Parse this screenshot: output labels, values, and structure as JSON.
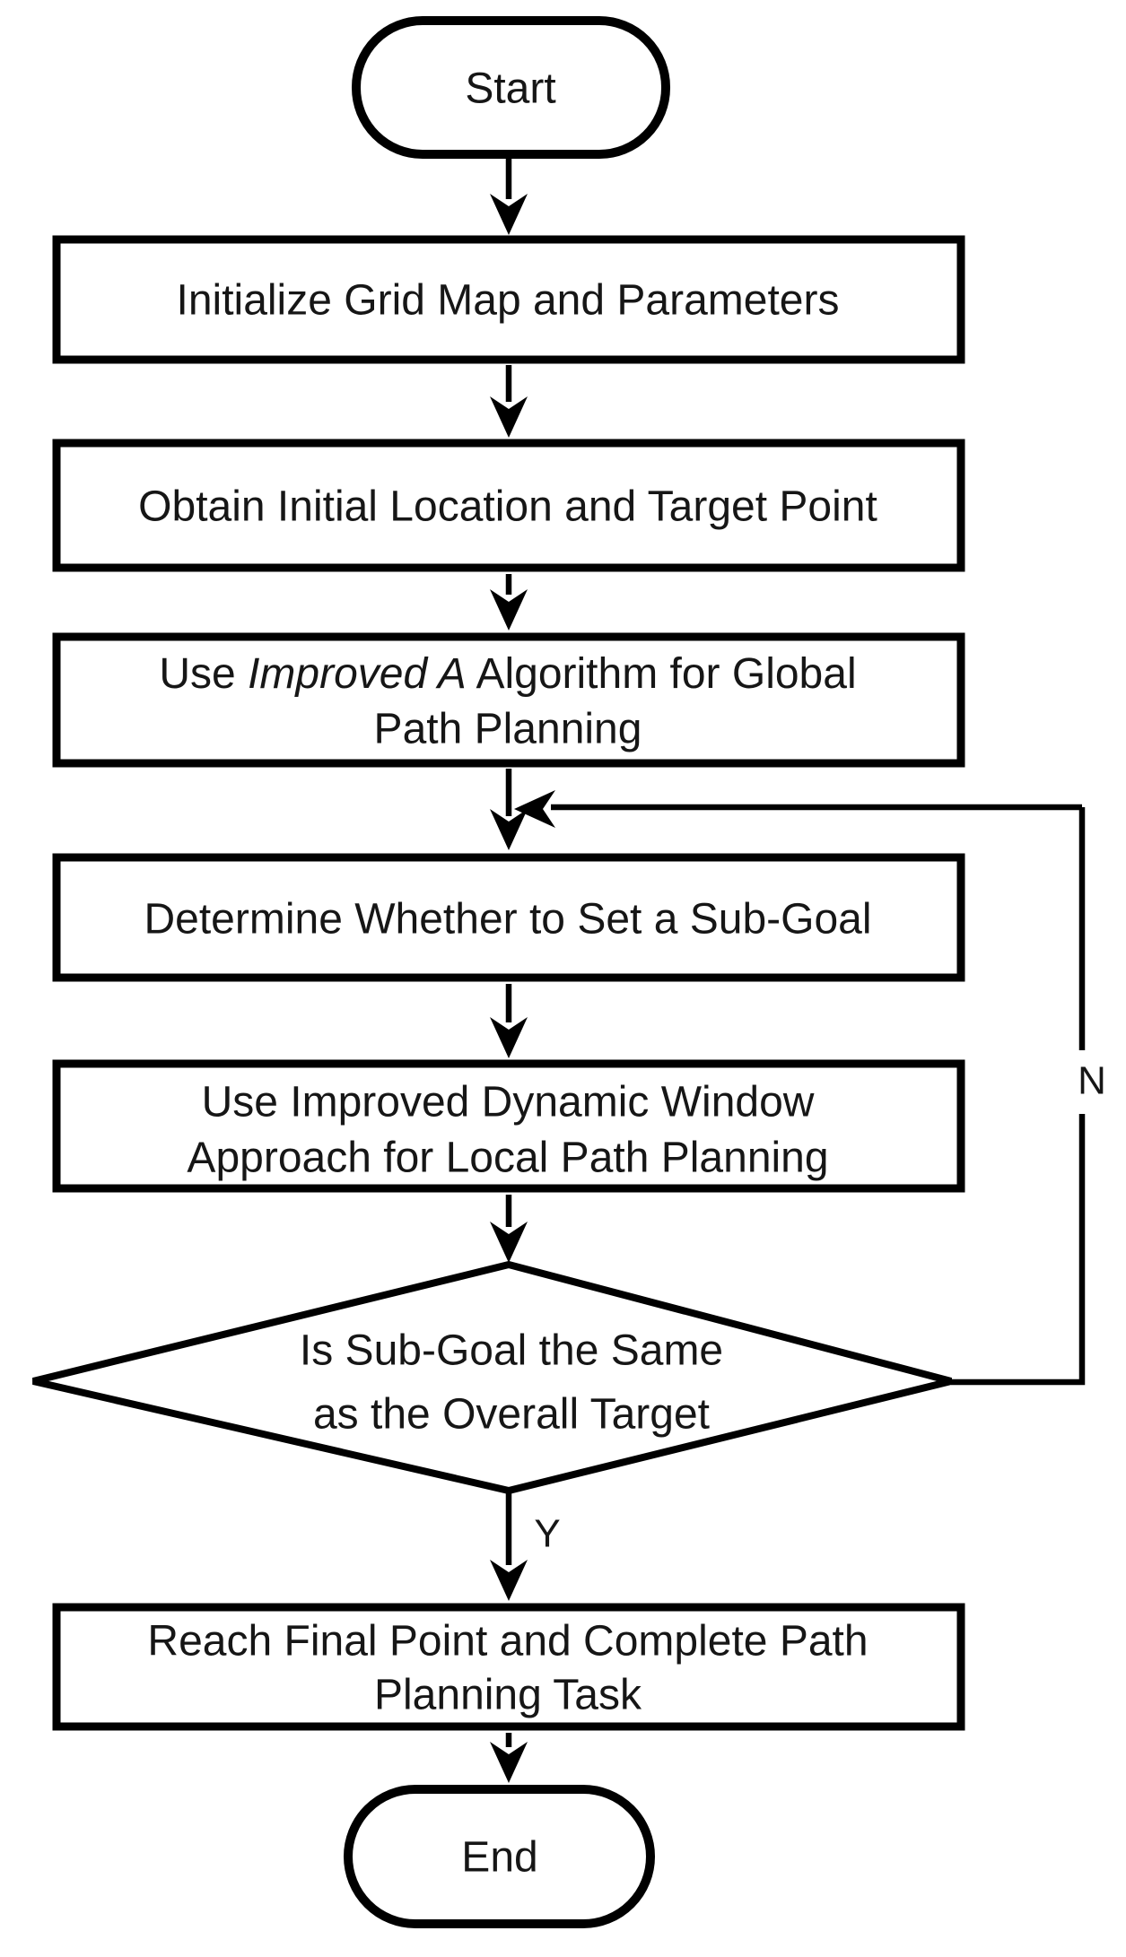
{
  "diagram": {
    "kind": "flowchart",
    "colors": {
      "background": "#ffffff",
      "stroke": "#000000",
      "text": "#161616"
    },
    "nodes": {
      "start": {
        "type": "terminator",
        "label": "Start"
      },
      "init_grid": {
        "type": "process",
        "lines": [
          "Initialize Grid Map and Parameters"
        ]
      },
      "obtain_points": {
        "type": "process",
        "lines": [
          "Obtain Initial Location and Target Point"
        ]
      },
      "global_planning": {
        "type": "process",
        "line1": {
          "pre": "Use ",
          "italic": "Improved A",
          "post": " Algorithm for Global"
        },
        "line2": "Path Planning"
      },
      "sub_goal": {
        "type": "process",
        "lines": [
          "Determine Whether to Set a Sub-Goal"
        ]
      },
      "local_planning": {
        "type": "process",
        "lines": [
          "Use Improved Dynamic Window",
          "Approach for Local Path Planning"
        ]
      },
      "decision": {
        "type": "decision",
        "lines": [
          "Is Sub-Goal the Same",
          "as the Overall Target"
        ]
      },
      "reach_final": {
        "type": "process",
        "lines": [
          "Reach Final Point and Complete Path",
          "Planning Task"
        ]
      },
      "end": {
        "type": "terminator",
        "label": "End"
      }
    },
    "edge_labels": {
      "yes": "Y",
      "no": "N"
    }
  }
}
